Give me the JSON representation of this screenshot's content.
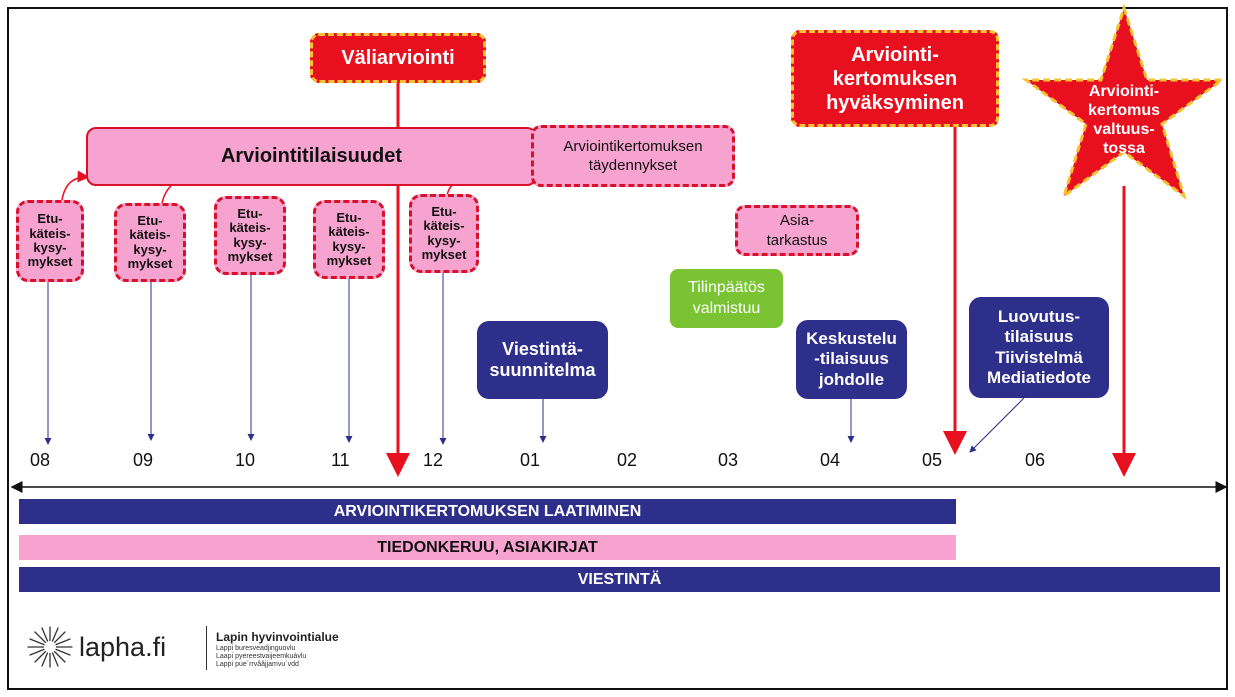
{
  "milestones": {
    "valiarviointi": "Väliarviointi",
    "approval": "Arviointi-\nkertomuksen\nhyväksyminen",
    "council": "Arvioin­ti-\nkertomus\nvaltuus-\ntossa"
  },
  "arviointitilaisuudet": "Arviointitilaisuudet",
  "taydennykset": "Arviointikertomuksen\ntäydennykset",
  "asiatarkastus": "Asia-\ntarkastus",
  "tilinpaatos": "Tilinpäätös\nvalmistuu",
  "question_label": "Etu-\nkäteis-\nkysy-\nmykset",
  "viestintasuunnitelma": "Viestintä-\nsuunnitelma",
  "keskustelu": "Keskustelu\n-tilaisuus\njohdolle",
  "luovutus": "Luovutus-\ntilaisuus\nTiivistelmä\nMediatiedote",
  "months": [
    "08",
    "09",
    "10",
    "11",
    "12",
    "01",
    "02",
    "03",
    "04",
    "05",
    "06"
  ],
  "bars": {
    "laatiminen": "ARVIOINTIKERTOMUKSEN LAATIMINEN",
    "tiedonkeruu": "TIEDONKERUU, ASIAKIRJAT",
    "viestinta": "VIESTINTÄ"
  },
  "logo": {
    "site": "lapha.fi",
    "org": "Lapin hyvinvointialue",
    "sub1": "Lappi buresveadjinguovlu",
    "sub2": "Laapi pyereestvaijeemkuávlu",
    "sub3": "Lappi pue´rrvââjjamvu´vdd"
  },
  "colors": {
    "red": "#e8101e",
    "pink": "#f6a3cf",
    "navy": "#2d2f8a",
    "green": "#7ac433",
    "yellow": "#f4c430"
  }
}
